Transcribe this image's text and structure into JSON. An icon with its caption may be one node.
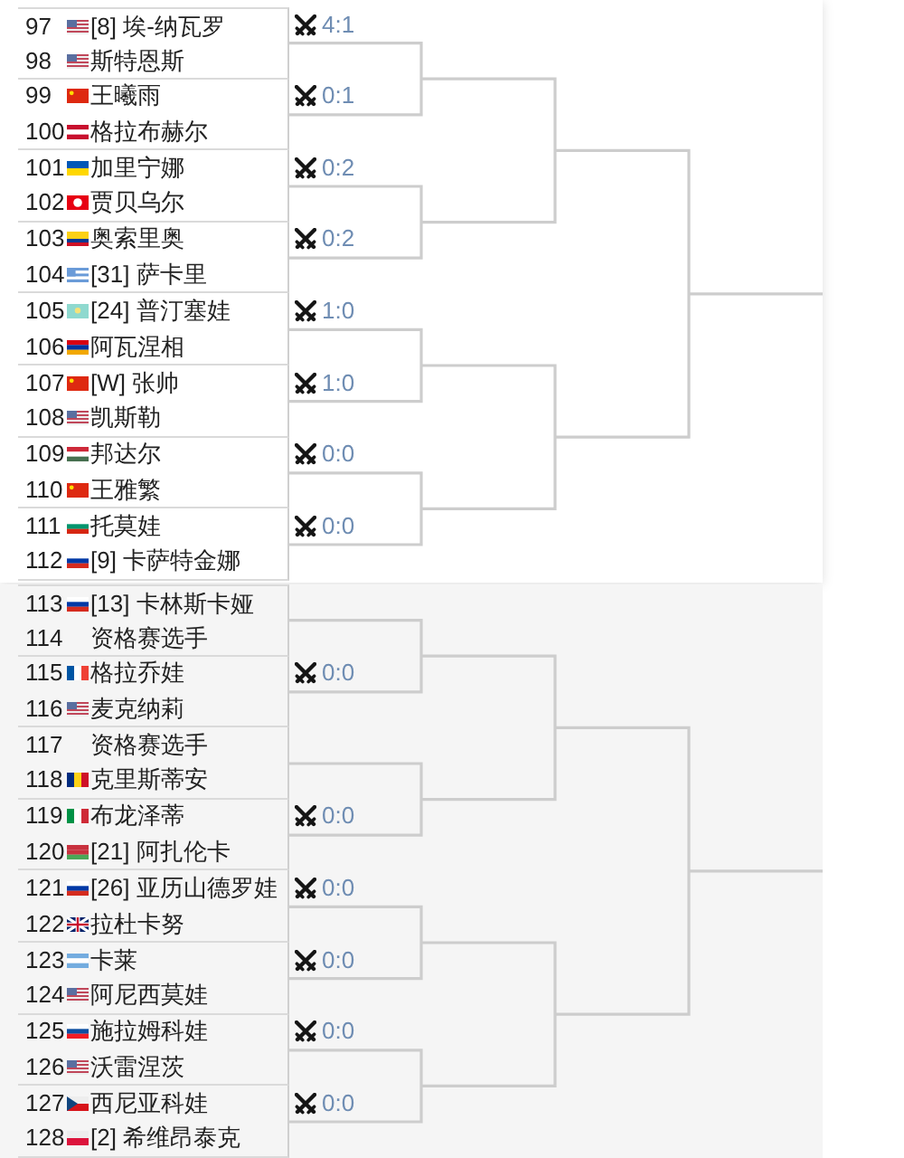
{
  "diagram": {
    "nodes": [
      {
        "text": [
          "97",
          "[8] 埃-纳瓦罗",
          "98",
          "斯特恩斯"
        ],
        "beside": [
          "4:1"
        ]
      },
      {
        "text": [
          "99",
          "王曦雨",
          "100",
          "格拉布赫尔"
        ],
        "beside": [
          "0:1"
        ]
      },
      {
        "text": [
          "101",
          "加里宁娜",
          "102",
          "贾贝乌尔"
        ],
        "beside": [
          "0:2"
        ]
      },
      {
        "text": [
          "103",
          "奥索里奥",
          "104",
          "[31] 萨卡里"
        ],
        "beside": [
          "0:2"
        ]
      },
      {
        "text": [
          "105",
          "[24] 普汀塞娃",
          "106",
          "阿瓦涅相"
        ],
        "beside": [
          "1:0"
        ]
      },
      {
        "text": [
          "107",
          "[W] 张帅",
          "108",
          "凯斯勒"
        ],
        "beside": [
          "1:0"
        ]
      },
      {
        "text": [
          "109",
          "邦达尔",
          "110",
          "王雅繁"
        ],
        "beside": [
          "0:0"
        ]
      },
      {
        "text": [
          "111",
          "托莫娃",
          "112",
          "[9] 卡萨特金娜"
        ],
        "beside": [
          "0:0"
        ]
      },
      {
        "text": [
          "113",
          "[13] 卡林斯卡娅",
          "114",
          "资格赛选手"
        ]
      },
      {
        "text": [
          "115",
          "格拉乔娃",
          "116",
          "麦克纳莉"
        ],
        "beside": [
          "0:0"
        ]
      },
      {
        "text": [
          "117",
          "资格赛选手",
          "118",
          "克里斯蒂安"
        ]
      },
      {
        "text": [
          "119",
          "布龙泽蒂",
          "120",
          "[21] 阿扎伦卡"
        ],
        "beside": [
          "0:0"
        ]
      },
      {
        "text": [
          "121",
          "[26] 亚历山德罗娃",
          "122",
          "拉杜卡努"
        ],
        "beside": [
          "0:0"
        ]
      },
      {
        "text": [
          "123",
          "卡莱",
          "124",
          "阿尼西莫娃"
        ],
        "beside": [
          "0:0"
        ]
      },
      {
        "text": [
          "125",
          "施拉姆科娃",
          "126",
          "沃雷涅茨"
        ],
        "beside": [
          "0:0"
        ]
      },
      {
        "text": [
          "127",
          "西尼亚科娃",
          "128",
          "[2] 希维昂泰克"
        ],
        "beside": [
          "0:0"
        ]
      }
    ],
    "edges": [
      {
        "from": 0,
        "to": 1,
        "arrow": "none"
      },
      {
        "from": 2,
        "to": 3,
        "arrow": "none"
      },
      {
        "from": 4,
        "to": 5,
        "arrow": "none"
      },
      {
        "from": 6,
        "to": 7,
        "arrow": "none"
      },
      {
        "from": 8,
        "to": 9,
        "arrow": "none"
      },
      {
        "from": 10,
        "to": 11,
        "arrow": "none"
      },
      {
        "from": 12,
        "to": 13,
        "arrow": "none"
      },
      {
        "from": 14,
        "to": 15,
        "arrow": "none"
      }
    ]
  }
}
